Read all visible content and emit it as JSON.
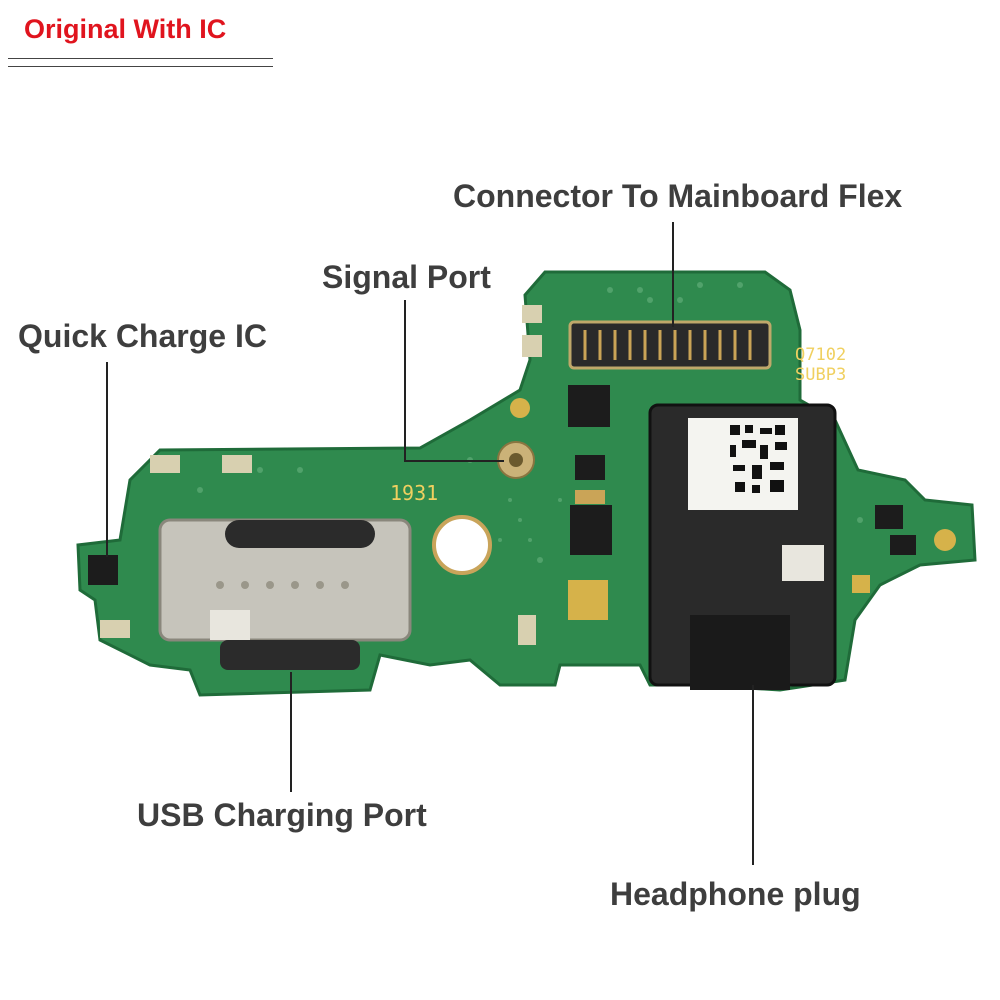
{
  "badge": {
    "text": "Original With IC",
    "color": "#e0141e"
  },
  "labels": {
    "connector": "Connector To Mainboard Flex",
    "signal": "Signal Port",
    "quick_charge": "Quick Charge IC",
    "usb": "USB Charging Port",
    "headphone": "Headphone plug"
  },
  "board_markings": {
    "model": "Q7102",
    "sub": "SUBP3",
    "silk": "1931"
  },
  "colors": {
    "pcb": "#2f8a4e",
    "pcb_edge": "#1f6b39",
    "label_text": "#3e3e3e"
  }
}
